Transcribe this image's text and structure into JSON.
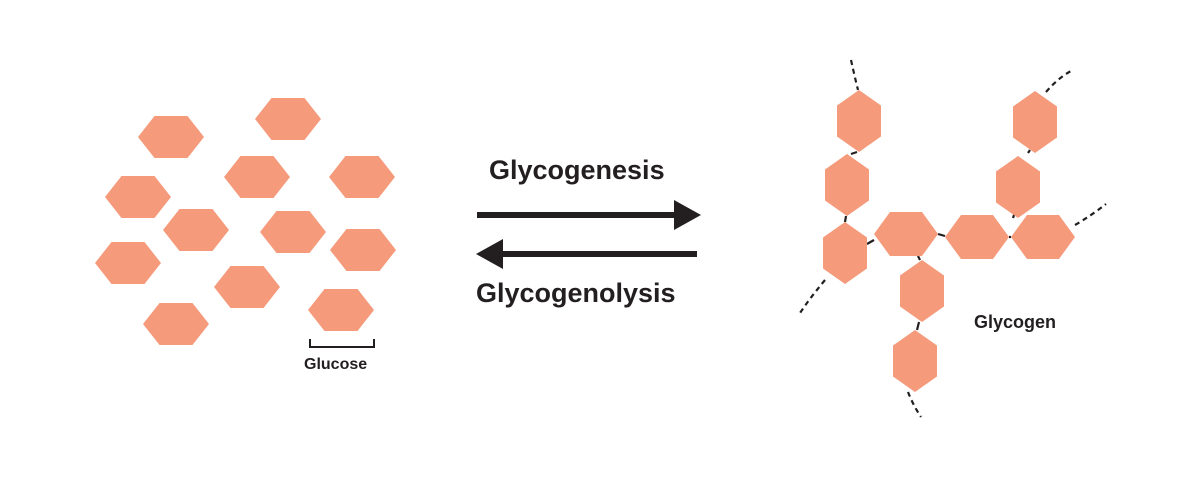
{
  "labels": {
    "glycogenesis": "Glycogenesis",
    "glycogenolysis": "Glycogenolysis",
    "glucose": "Glucose",
    "glycogen": "Glycogen"
  },
  "colors": {
    "hexagon_fill": "#f59a7b",
    "ink": "#231f20"
  },
  "icons": {
    "glucose_unit": "hexagon-icon",
    "forward_arrow": "arrow-right-icon",
    "reverse_arrow": "arrow-left-icon"
  }
}
